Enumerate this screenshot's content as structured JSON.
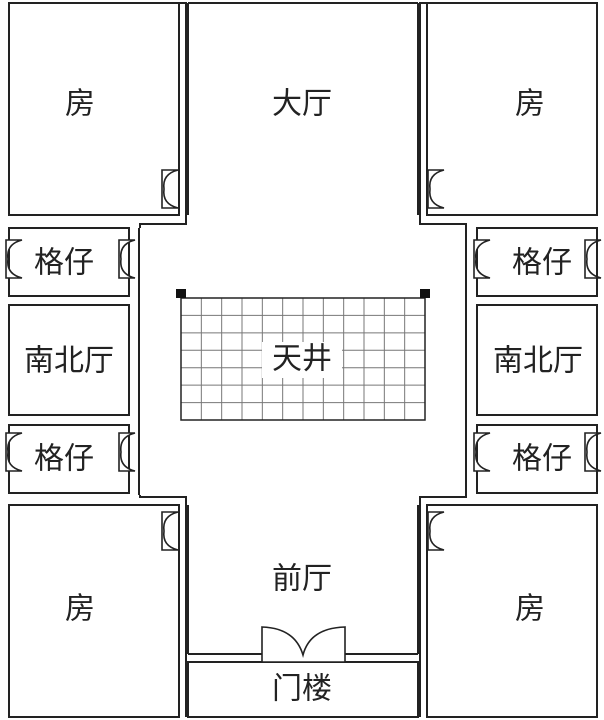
{
  "rooms": {
    "top_left": "房",
    "main_hall": "大厅",
    "top_right": "房",
    "left_small_top": "格仔",
    "right_small_top": "格仔",
    "left_side_hall": "南北厅",
    "right_side_hall": "南北厅",
    "courtyard": "天井",
    "left_small_bottom": "格仔",
    "right_small_bottom": "格仔",
    "front_hall": "前厅",
    "bottom_left": "房",
    "bottom_right": "房",
    "gatehouse": "门楼"
  },
  "courtyard_grid": {
    "columns": 12,
    "rows": 7
  }
}
